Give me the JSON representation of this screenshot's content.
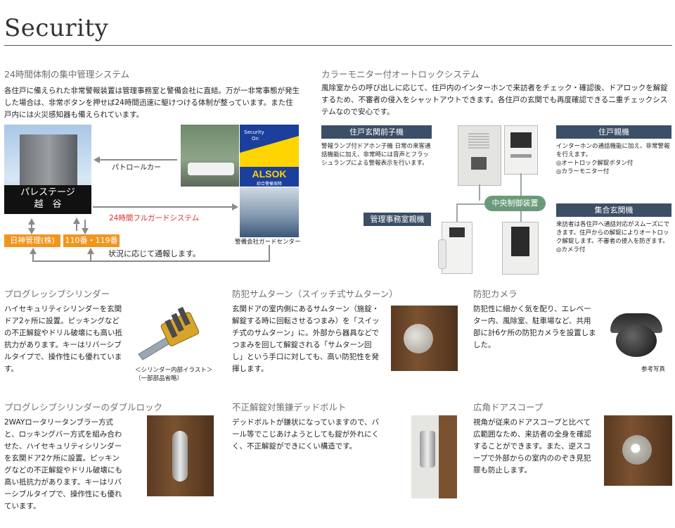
{
  "page_title": "Security",
  "s1": {
    "heading": "24時間体制の集中管理システム",
    "body": "各住戸に備えられた非常警報装置は管理事務室と警備会社に直結。万が一非常事態が発生した場合は、非常ボタンを押せば24時間迅速に駆けつける体制が整っています。また住戸内には火災感知器も備えられています。",
    "building_label_1": "パレステージ",
    "building_label_2": "越　谷",
    "patrol_label": "パトロールカー",
    "fullguard_label": "24時間フルガードシステム",
    "guard_center_label": "警備会社ガードセンター",
    "mgmt_box": "日神管理(株)",
    "emergency_box": "110番・119番",
    "report_label": "状況に応じて通報します。",
    "sign_line1": "Security",
    "sign_line2": "On",
    "sign_brand": "ALSOK",
    "sign_sub": "綜合警備保障"
  },
  "s2": {
    "heading": "カラーモニター付オートロックシステム",
    "body": "風除室からの呼び出しに応じて、住戸内のインターホンで来訪者をチェック・確認後、ドアロックを解錠するため、不審者の侵入をシャットアウトできます。各住戸の玄関でも再度確認できる二重チェックシステムなので安心です。",
    "entrance_unit_label": "住戸玄関前子機",
    "entrance_unit_desc": "警報ランプ付ドアホン子機 日常の来客通話機能に加え、非常時には音声とフラッシュランプによる警報表示を行います。",
    "master_label": "住戸親機",
    "master_desc": "インターホンの通話機能に加え、非常警報を行えます。\n◎オートロック解錠ボタン付\n◎カラーモニター付",
    "central_label": "中央制御装置",
    "mgmt_master_label": "管理事務室親機",
    "lobby_label": "集合玄関機",
    "lobby_desc": "来訪者は各住戸へ通話対応がスムーズにできます。住戸からの解錠によりオートロック解錠します。不審者の侵入を防ぎます。\n◎カメラ付"
  },
  "features": [
    {
      "heading": "プログレッシブシリンダー",
      "body": "ハイセキュリティシリンダーを玄関ドア2ヶ所に設置。ピッキングなどの不正解錠やドリル破壊にも高い抵抗力があります。キーはリバーシブルタイプで、操作性にも優れています。",
      "caption": "＜シリンダー内部イラスト＞\n（一部部品省略）"
    },
    {
      "heading": "防犯サムターン（スイッチ式サムターン）",
      "body": "玄関ドアの室内側にあるサムターン（施錠・解錠する時に回転させるつまみ）を「スイッチ式のサムターン」に。外部から器具などでつまみを回して解錠される「サムターン回し」という手口に対しても、高い防犯性を発揮します。"
    },
    {
      "heading": "防犯カメラ",
      "body": "防犯性に細かく気を配り、エレベーター内、風除室、駐車場など、共用部に計6ケ所の防犯カメラを設置しました。",
      "caption": "参考写真"
    },
    {
      "heading": "プログレシブシリンダーのダブルロック",
      "body": "2WAYロータリータンブラー方式と、ロッキングバー方式を組み合わせた、ハイセキュリティシリンダーを玄関ドア2ケ所に設置。ピッキングなどの不正解錠やドリル破壊にも高い抵抗力があります。キーはリバーシブルタイプで、操作性にも優れています。"
    },
    {
      "heading": "不正解錠対策鎌デッドボルト",
      "body": "デッドボルトが鎌状になっていますので、バール等でこじあけようとしても錠が外れにくく、不正解錠ができにくい構造です。"
    },
    {
      "heading": "広角ドアスコープ",
      "body": "視角が従来のドアスコープと比べて広範囲なため、来訪者の全身を確認することができます。また、逆スコープで外部からの室内ののぞき見犯罪も防止します。"
    }
  ],
  "colors": {
    "navy": "#3b4f66",
    "green": "#6a9a7a",
    "orange": "#f0961e",
    "red_text": "#d0342c",
    "alsok_yellow": "#ffd400",
    "alsok_blue": "#1b3f9a"
  }
}
